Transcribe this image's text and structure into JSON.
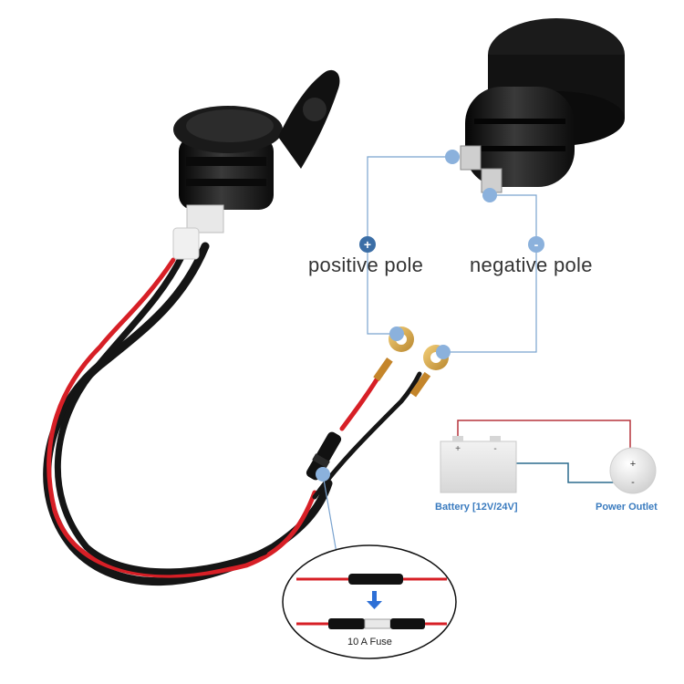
{
  "labels": {
    "positive_pole": "positive pole",
    "negative_pole": "negative pole",
    "battery": "Battery [12V/24V]",
    "power_outlet": "Power Outlet",
    "fuse": "10 A Fuse",
    "plus_symbol": "+",
    "minus_symbol": "-"
  },
  "colors": {
    "connector_line": "#7aa3cf",
    "connector_dot": "#8bb1dc",
    "wire_red": "#d71f26",
    "wire_black": "#151515",
    "ring_terminal": "#d9a441",
    "battery_label": "#3a7bbf",
    "circuit_red": "#b5343b",
    "circuit_blue": "#2b6c8e"
  },
  "icons": [
    "usb-socket-icon",
    "socket-with-cap-icon",
    "battery-icon",
    "power-outlet-icon",
    "fuse-holder-icon",
    "down-arrow-icon"
  ]
}
